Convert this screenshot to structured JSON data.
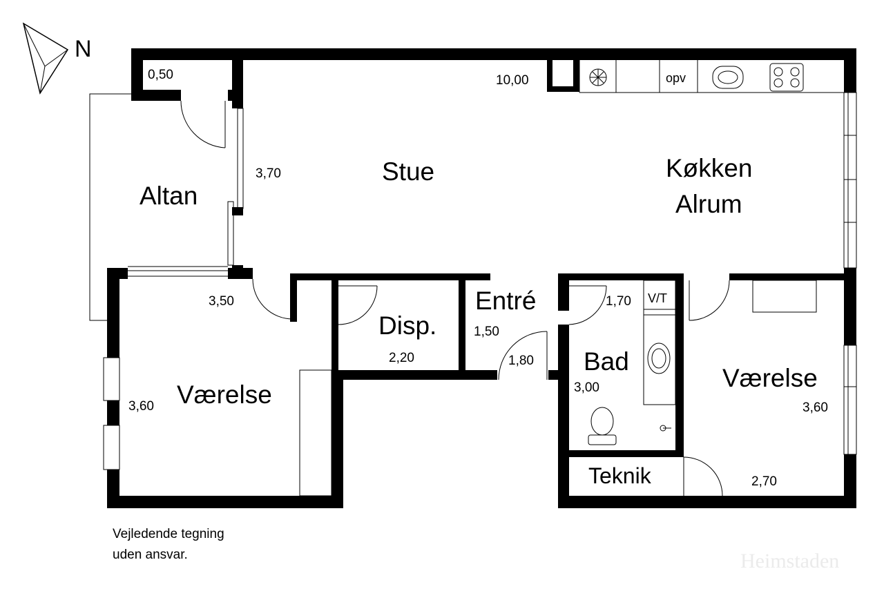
{
  "north_label": "N",
  "rooms": {
    "altan": "Altan",
    "stue": "Stue",
    "kokken_1": "Køkken",
    "kokken_2": "Alrum",
    "disp": "Disp.",
    "entre": "Entré",
    "bad": "Bad",
    "teknik": "Teknik",
    "vaerelse_left": "Værelse",
    "vaerelse_right": "Værelse"
  },
  "dimensions": {
    "storage_small": "0,50",
    "kitchen_width": "10,00",
    "stue_depth": "3,70",
    "bedroom_left_width": "3,50",
    "bedroom_left_depth": "3,60",
    "disp_width": "2,20",
    "entre_width": "1,50",
    "entre_depth": "1,80",
    "bad_width": "1,70",
    "bad_depth": "3,00",
    "bedroom_right_depth": "3,60",
    "bedroom_right_width": "2,70"
  },
  "fixtures": {
    "dishwasher": "opv",
    "washer_dryer": "V/T"
  },
  "note": {
    "line1": "Vejledende tegning",
    "line2": "uden ansvar."
  },
  "watermark": "Heimstaden"
}
